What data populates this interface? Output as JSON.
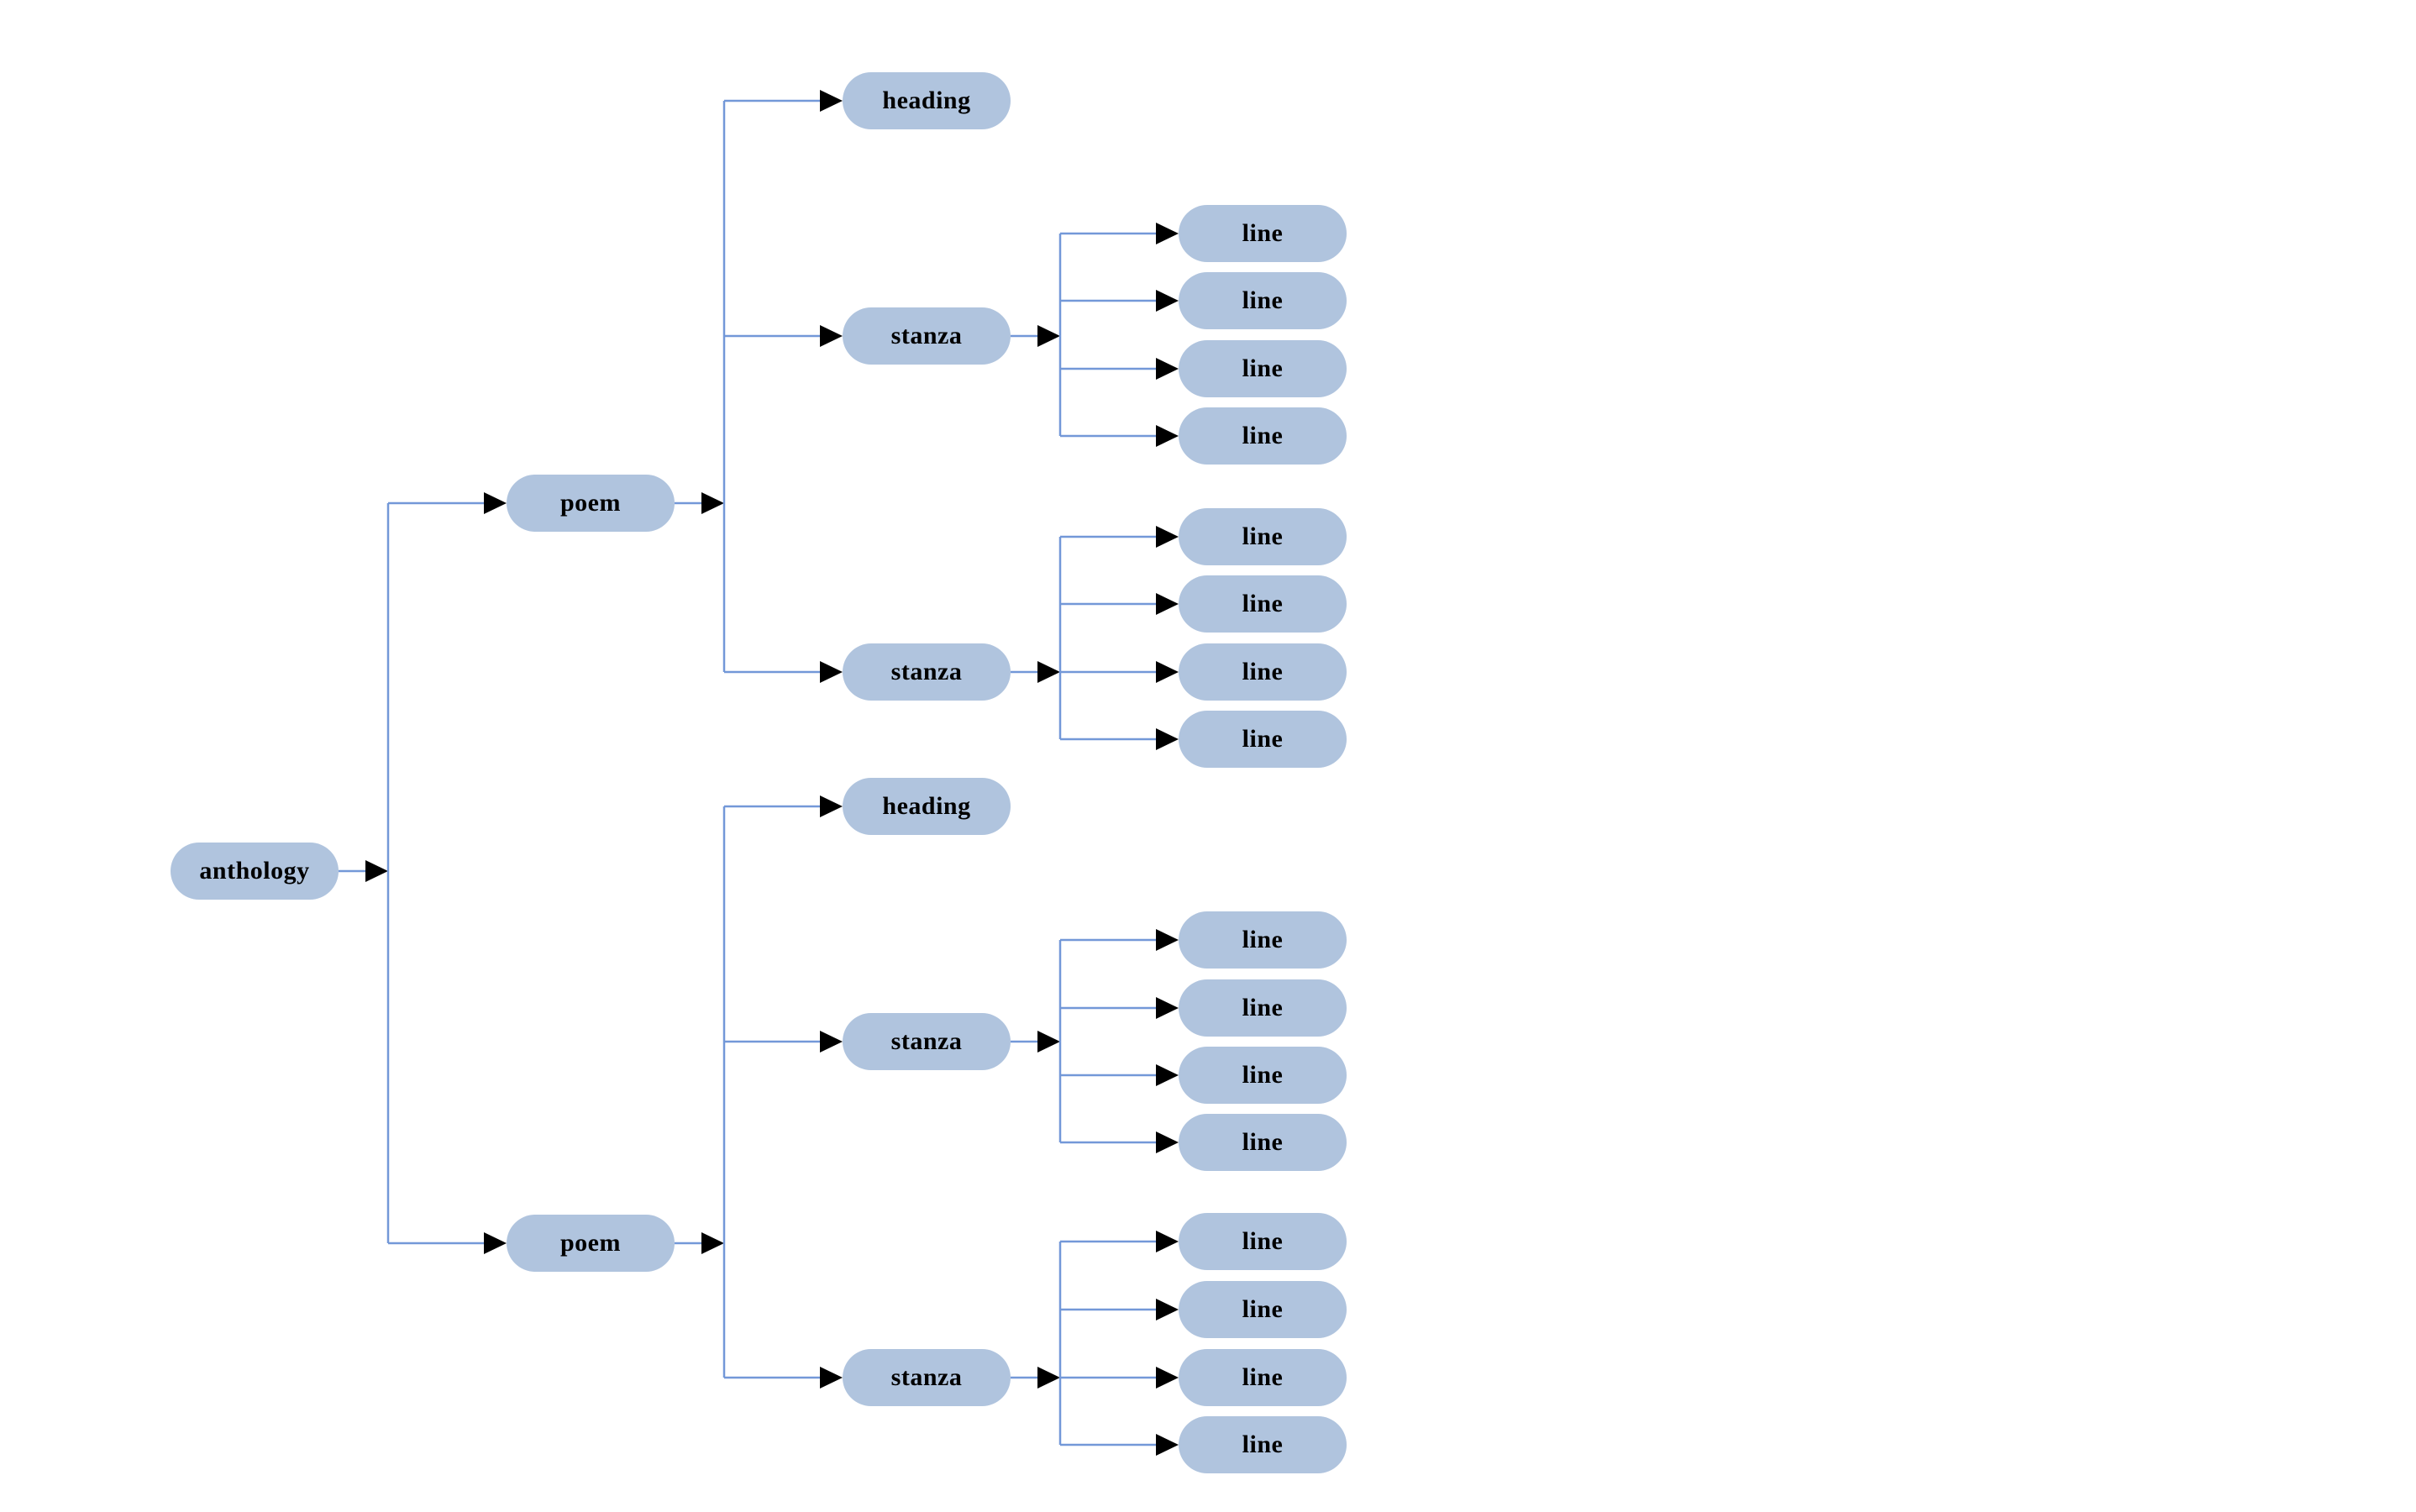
{
  "diagram": {
    "type": "tree",
    "orientation": "left-to-right",
    "colors": {
      "node_fill": "#b0c4de",
      "node_text": "#000000",
      "edge_line": "#7398d8",
      "arrowhead": "#000000",
      "background": "#ffffff"
    },
    "root": {
      "id": "anthology",
      "label": "anthology",
      "children": [
        {
          "id": "poem-1",
          "label": "poem",
          "children": [
            {
              "id": "heading-1",
              "label": "heading",
              "children": []
            },
            {
              "id": "stanza-1",
              "label": "stanza",
              "children": [
                {
                  "id": "line-1",
                  "label": "line",
                  "children": []
                },
                {
                  "id": "line-2",
                  "label": "line",
                  "children": []
                },
                {
                  "id": "line-3",
                  "label": "line",
                  "children": []
                },
                {
                  "id": "line-4",
                  "label": "line",
                  "children": []
                }
              ]
            },
            {
              "id": "stanza-2",
              "label": "stanza",
              "children": [
                {
                  "id": "line-5",
                  "label": "line",
                  "children": []
                },
                {
                  "id": "line-6",
                  "label": "line",
                  "children": []
                },
                {
                  "id": "line-7",
                  "label": "line",
                  "children": []
                },
                {
                  "id": "line-8",
                  "label": "line",
                  "children": []
                }
              ]
            }
          ]
        },
        {
          "id": "poem-2",
          "label": "poem",
          "children": [
            {
              "id": "heading-2",
              "label": "heading",
              "children": []
            },
            {
              "id": "stanza-3",
              "label": "stanza",
              "children": [
                {
                  "id": "line-9",
                  "label": "line",
                  "children": []
                },
                {
                  "id": "line-10",
                  "label": "line",
                  "children": []
                },
                {
                  "id": "line-11",
                  "label": "line",
                  "children": []
                },
                {
                  "id": "line-12",
                  "label": "line",
                  "children": []
                }
              ]
            },
            {
              "id": "stanza-4",
              "label": "stanza",
              "children": [
                {
                  "id": "line-13",
                  "label": "line",
                  "children": []
                },
                {
                  "id": "line-14",
                  "label": "line",
                  "children": []
                },
                {
                  "id": "line-15",
                  "label": "line",
                  "children": []
                },
                {
                  "id": "line-16",
                  "label": "line",
                  "children": []
                }
              ]
            }
          ]
        }
      ]
    }
  }
}
